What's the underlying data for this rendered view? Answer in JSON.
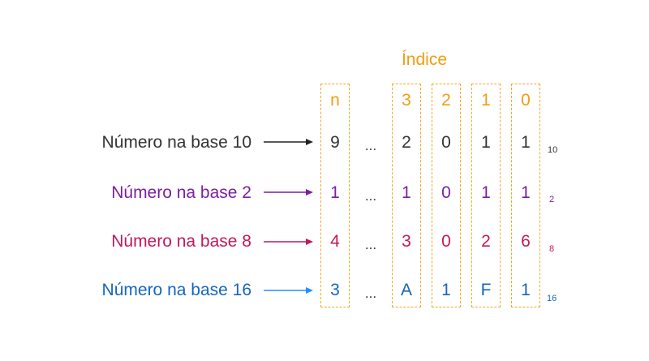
{
  "title": "Índice",
  "index_labels": [
    "n",
    "3",
    "2",
    "1",
    "0"
  ],
  "colors": {
    "index": "#f39c12",
    "column_border": "#f5a623"
  },
  "rows": [
    {
      "label": "Número na base 10",
      "color": "#333333",
      "arrow_color": "#222222",
      "digits": [
        "9",
        "...",
        "2",
        "0",
        "1",
        "1"
      ],
      "base": "10"
    },
    {
      "label": "Número na base 2",
      "color": "#7b1fa2",
      "arrow_color": "#7b1fa2",
      "digits": [
        "1",
        "...",
        "1",
        "0",
        "1",
        "1"
      ],
      "base": "2"
    },
    {
      "label": "Número na base 8",
      "color": "#c2185b",
      "arrow_color": "#c2185b",
      "digits": [
        "4",
        "...",
        "3",
        "0",
        "2",
        "6"
      ],
      "base": "8"
    },
    {
      "label": "Número na base 16",
      "color": "#1565c0",
      "arrow_color": "#1e90ff",
      "digits": [
        "3",
        "...",
        "A",
        "1",
        "F",
        "1"
      ],
      "base": "16"
    }
  ]
}
